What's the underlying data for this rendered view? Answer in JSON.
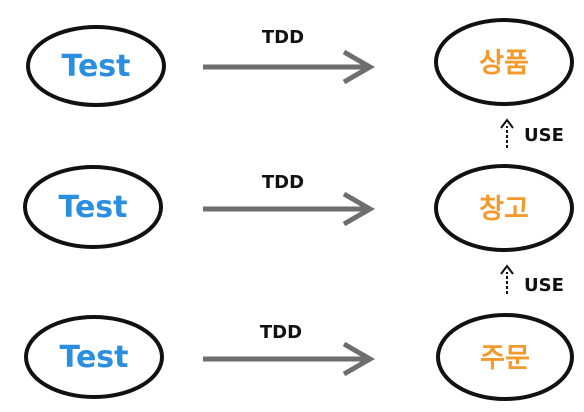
{
  "colors": {
    "test_text": "#2a8fe0",
    "domain_text": "#f39a2a",
    "ellipse_stroke": "#111111",
    "arrow": "#6e6e6e",
    "label": "#111111"
  },
  "rows": [
    {
      "test_label": "Test",
      "arrow_label": "TDD",
      "domain_label": "상품"
    },
    {
      "test_label": "Test",
      "arrow_label": "TDD",
      "domain_label": "창고"
    },
    {
      "test_label": "Test",
      "arrow_label": "TDD",
      "domain_label": "주문"
    }
  ],
  "use_links": [
    {
      "label": "USE"
    },
    {
      "label": "USE"
    }
  ]
}
